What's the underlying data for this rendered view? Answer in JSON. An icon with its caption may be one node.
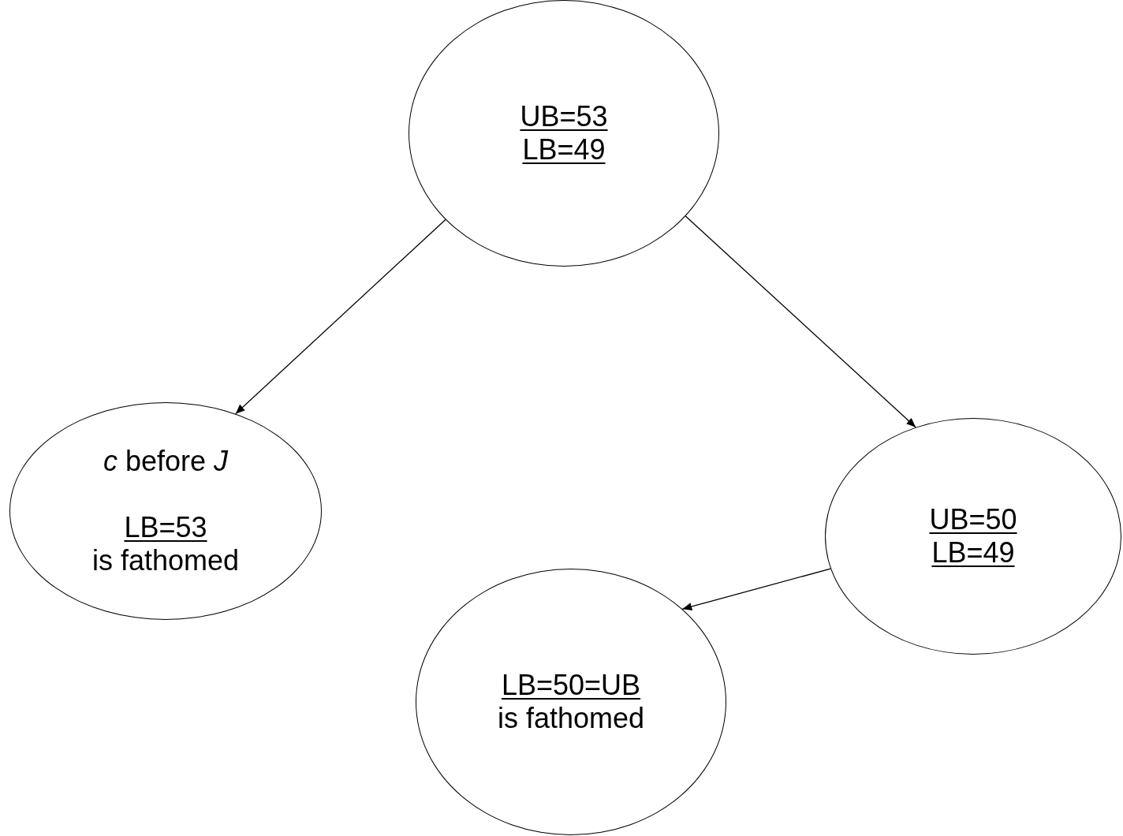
{
  "diagram": {
    "nodes": [
      {
        "text": [
          "UB=53",
          "LB=49"
        ]
      },
      {
        "text": [
          "*c* before *J*",
          "LB=53",
          "is fathomed"
        ]
      },
      {
        "text": [
          "UB=50",
          "LB=49"
        ]
      },
      {
        "text": [
          "LB=50=UB",
          "is fathomed"
        ]
      }
    ],
    "edges": [
      {
        "from": 0,
        "to": 1,
        "arrow": "to"
      },
      {
        "from": 0,
        "to": 2,
        "arrow": "to"
      },
      {
        "from": 2,
        "to": 3,
        "arrow": "to"
      }
    ]
  }
}
